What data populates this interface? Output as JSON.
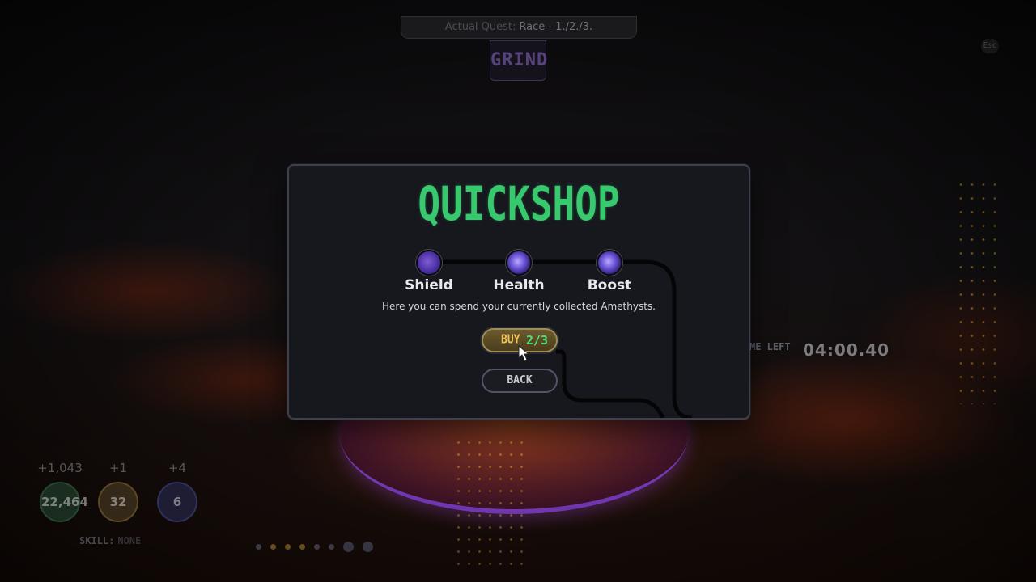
{
  "hud": {
    "quest_label": "Actual Quest:",
    "quest_value": "Race - 1./2./3.",
    "mode": "GRIND",
    "esc_hint": "Esc",
    "time_left_label": "ME LEFT",
    "time_left_value": "04:00.40",
    "skill_label": "SKILL:",
    "skill_value": "NONE"
  },
  "resources": [
    {
      "gain": "+1,043",
      "value": "22,464",
      "color": "#2b5a3e"
    },
    {
      "gain": "+1",
      "value": "32",
      "color": "#5a4a2a"
    },
    {
      "gain": "+4",
      "value": "6",
      "color": "#2a2e5a"
    }
  ],
  "dialog": {
    "title": "QUICKSHOP",
    "nodes": [
      {
        "label": "Shield",
        "icon": "amethyst-shield-icon"
      },
      {
        "label": "Health",
        "icon": "amethyst-orb-icon"
      },
      {
        "label": "Boost",
        "icon": "amethyst-orb-icon"
      }
    ],
    "info": "Here you can spend your currently collected Amethysts.",
    "buy_label": "BUY",
    "buy_count": "2/3",
    "back_label": "BACK"
  },
  "colors": {
    "title": "#38c96f",
    "buy_text": "#f2c25a",
    "count_text": "#4fe07c",
    "panel_bg": "#17181e"
  }
}
